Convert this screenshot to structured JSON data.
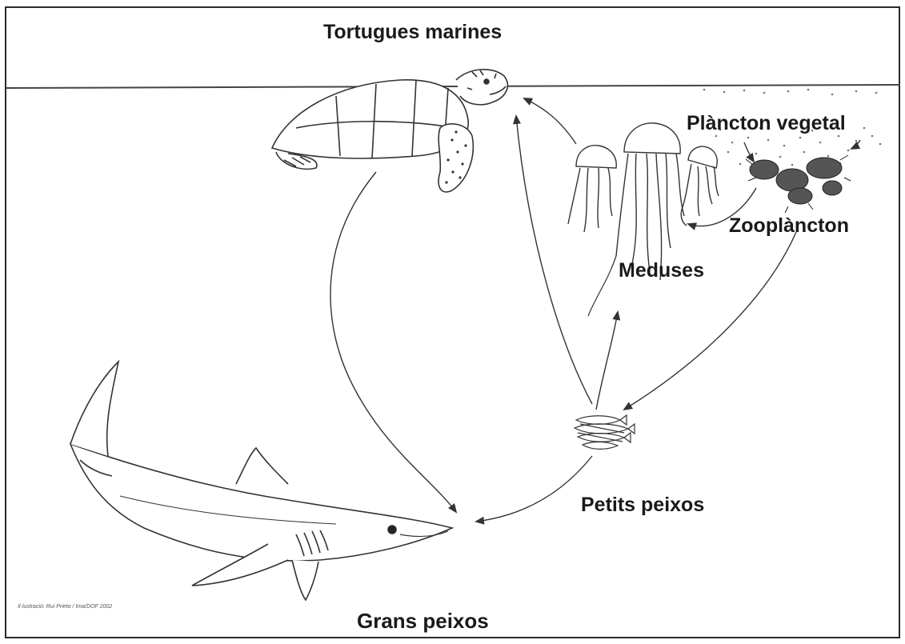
{
  "labels": {
    "turtles": "Tortugues marines",
    "phytoplankton": "Plàncton vegetal",
    "zooplankton": "Zooplàncton",
    "jellyfish": "Meduses",
    "small_fish": "Petits peixos",
    "big_fish": "Grans peixos"
  },
  "credit": "Il·lustració: Rui Prieto / Ima/DOF 2002",
  "colors": {
    "ink": "#1a1a1a",
    "line": "#333333",
    "frame": "#2a2a2a",
    "background": "#ffffff"
  },
  "illustrations": [
    "sea-turtle-icon",
    "jellyfish-icon",
    "zooplankton-icon",
    "phytoplankton-icon",
    "small-fish-school-icon",
    "shark-icon"
  ],
  "food_web_arrows": [
    {
      "from": "phytoplankton",
      "to": "zooplankton"
    },
    {
      "from": "zooplankton",
      "to": "jellyfish"
    },
    {
      "from": "zooplankton",
      "to": "small_fish"
    },
    {
      "from": "jellyfish",
      "to": "turtles"
    },
    {
      "from": "small_fish",
      "to": "jellyfish"
    },
    {
      "from": "small_fish",
      "to": "turtles"
    },
    {
      "from": "small_fish",
      "to": "big_fish"
    },
    {
      "from": "turtles",
      "to": "big_fish"
    }
  ]
}
